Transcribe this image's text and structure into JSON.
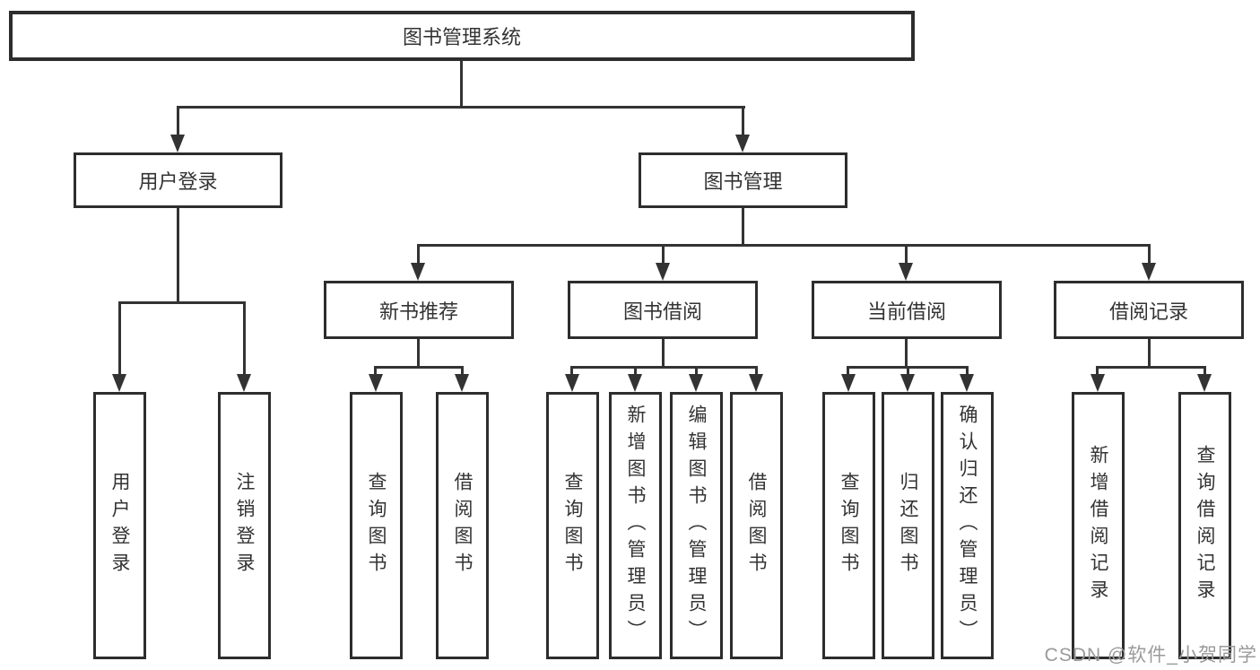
{
  "diagram": {
    "title_node": {
      "label": "图书管理系统"
    },
    "level2": [
      {
        "label": "用户登录"
      },
      {
        "label": "图书管理"
      }
    ],
    "level3": [
      {
        "label": "新书推荐"
      },
      {
        "label": "图书借阅"
      },
      {
        "label": "当前借阅"
      },
      {
        "label": "借阅记录"
      }
    ],
    "leaves": [
      {
        "label": "用户登录"
      },
      {
        "label": "注销登录"
      },
      {
        "label": "查询图书"
      },
      {
        "label": "借阅图书"
      },
      {
        "label": "查询图书"
      },
      {
        "label": "新增图书（管理员）"
      },
      {
        "label": "编辑图书（管理员）"
      },
      {
        "label": "借阅图书"
      },
      {
        "label": "查询图书"
      },
      {
        "label": "归还图书"
      },
      {
        "label": "确认归还（管理员）"
      },
      {
        "label": "新增借阅记录"
      },
      {
        "label": "查询借阅记录"
      }
    ],
    "watermark": "CSDN @软件_小贺同学",
    "colors": {
      "line": "#333333",
      "box_border": "#2d2d2d",
      "text": "#333333",
      "watermark": "#9a9a9a",
      "background": "#ffffff"
    }
  }
}
